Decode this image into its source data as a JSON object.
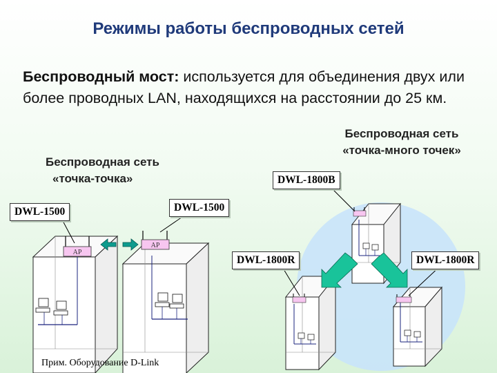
{
  "title": "Режимы работы беспроводных сетей",
  "paragraph": {
    "lead": "Беспроводный мост:",
    "text": " используется для объединения двух или более проводных LAN, находящихся на расстоянии до 25 км."
  },
  "captions": {
    "point_to_point_line1": "Беспроводная сеть",
    "point_to_point_line2": "«точка-точка»",
    "multipoint_line1": "Беспроводная сеть",
    "multipoint_line2": "«точка-много точек»"
  },
  "callouts": {
    "left_dwl1500": "DWL-1500",
    "middle_dwl1500": "DWL-1500",
    "dwl1800b": "DWL-1800B",
    "dwl1800r_left": "DWL-1800R",
    "dwl1800r_right": "DWL-1800R"
  },
  "device_labels": {
    "ap": "AP"
  },
  "note": "Прим. Оборудование D-Link",
  "colors": {
    "title": "#1f3a7a",
    "arrow_pointtopoint": "#0e9c8e",
    "arrow_multipoint": "#19c39a",
    "circle": "#c7e3fb",
    "ap_box": "#f7c6f0"
  }
}
